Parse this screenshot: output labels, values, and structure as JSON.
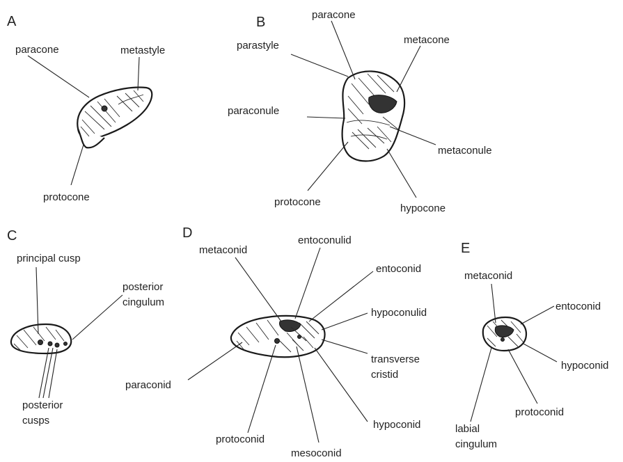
{
  "panels": [
    {
      "id": "A",
      "letter": "A",
      "labels": [
        "paracone",
        "metastyle",
        "protocone"
      ]
    },
    {
      "id": "B",
      "letter": "B",
      "labels": [
        "paracone",
        "parastyle",
        "metacone",
        "paraconule",
        "metaconule",
        "protocone",
        "hypocone"
      ]
    },
    {
      "id": "C",
      "letter": "C",
      "labels": [
        "principal cusp",
        "posterior",
        "cingulum",
        "posterior",
        "cusps"
      ]
    },
    {
      "id": "D",
      "letter": "D",
      "labels": [
        "metaconid",
        "entoconulid",
        "entoconid",
        "hypoconulid",
        "transverse",
        "cristid",
        "paraconid",
        "hypoconid",
        "protoconid",
        "mesoconid"
      ]
    },
    {
      "id": "E",
      "letter": "E",
      "labels": [
        "metaconid",
        "entoconid",
        "hypoconid",
        "protoconid",
        "labial",
        "cingulum"
      ]
    }
  ]
}
